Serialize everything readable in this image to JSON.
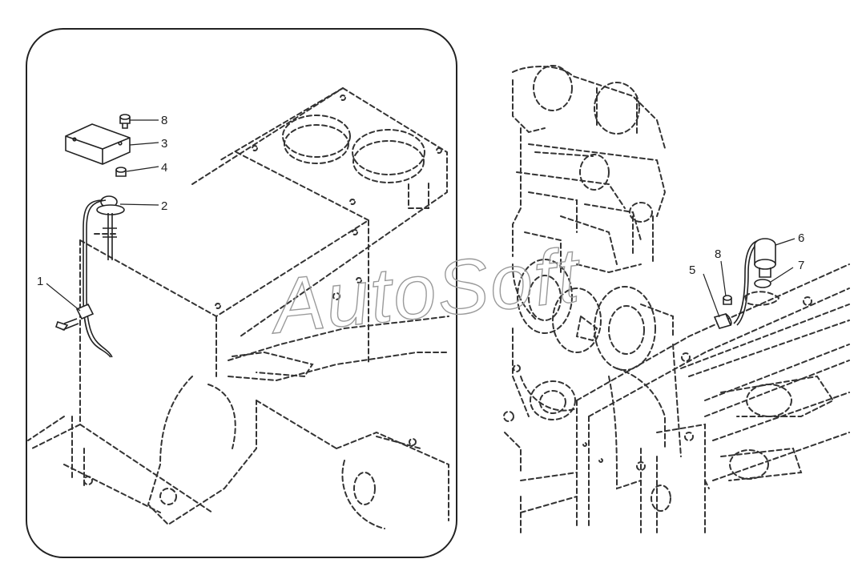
{
  "watermark": "AutoSoft",
  "callouts": {
    "left": {
      "c1": "1",
      "c2": "2",
      "c3": "3",
      "c4": "4",
      "c8": "8"
    },
    "right": {
      "c5": "5",
      "c6": "6",
      "c7": "7",
      "c8": "8"
    }
  }
}
